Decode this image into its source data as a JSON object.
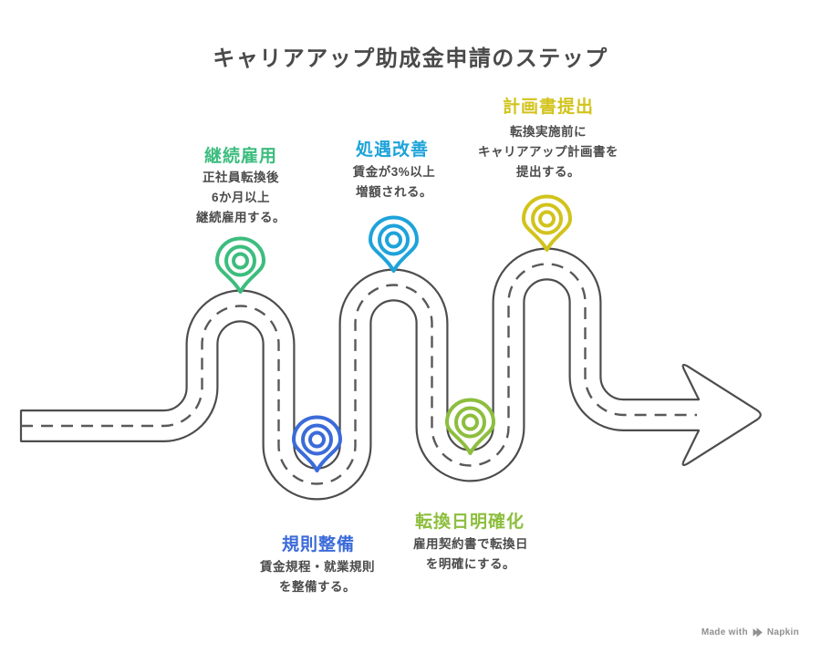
{
  "title": "キャリアアップ助成金申請のステップ",
  "steps": [
    {
      "id": "keizoku",
      "label": "継続雇用",
      "desc": "正社員転換後\n6か月以上\n継続雇用する。",
      "color": "#3cbd7e"
    },
    {
      "id": "kisoku",
      "label": "規則整備",
      "desc": "賃金規程・就業規則\nを整備する。",
      "color": "#3b6bd9"
    },
    {
      "id": "shogu",
      "label": "処遇改善",
      "desc": "賃金が3%以上\n増額される。",
      "color": "#1ea3da"
    },
    {
      "id": "tenkan",
      "label": "転換日明確化",
      "desc": "雇用契約書で転換日\nを明確にする。",
      "color": "#8dbe3e"
    },
    {
      "id": "keikaku",
      "label": "計画書提出",
      "desc": "転換実施前に\nキャリアアップ計画書を\n提出する。",
      "color": "#d2c31c"
    }
  ],
  "footer": {
    "made_with": "Made with",
    "brand": "Napkin"
  },
  "colors": {
    "road_edge": "#4d4d4d",
    "road_dash": "#595959",
    "background": "#ffffff",
    "text": "#4b4b4b"
  }
}
